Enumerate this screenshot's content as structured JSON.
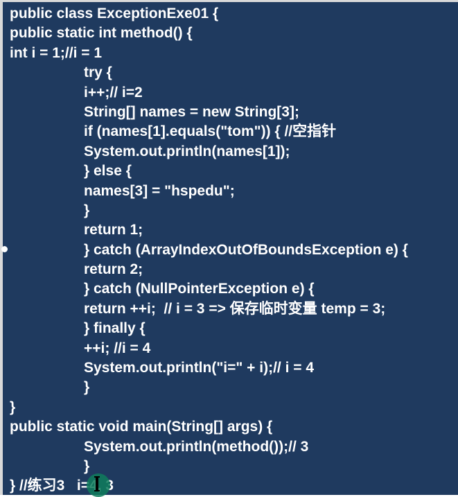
{
  "code_lines": [
    "public class ExceptionExe01 {",
    "public static int method() {",
    "int i = 1;//i = 1",
    "try {",
    "i++;// i=2",
    "String[] names = new String[3];",
    "if (names[1].equals(\"tom\")) { //空指针",
    "System.out.println(names[1]);",
    "} else {",
    "names[3] = \"hspedu\";",
    "}",
    "return 1;",
    "} catch (ArrayIndexOutOfBoundsException e) {",
    "return 2;",
    "} catch (NullPointerException e) {",
    "return ++i;  // i = 3 => 保存临时变量 temp = 3;",
    "} finally {",
    "++i; //i = 4",
    "System.out.println(\"i=\" + i);// i = 4",
    "}",
    "}",
    "public static void main(String[] args) {",
    "System.out.println(method());// 3",
    "}",
    "} //练习3   i=4, 3"
  ],
  "colors": {
    "background": "#1f3a5f",
    "text": "#ffffff",
    "cursor_highlight": "#0f7c5c"
  }
}
